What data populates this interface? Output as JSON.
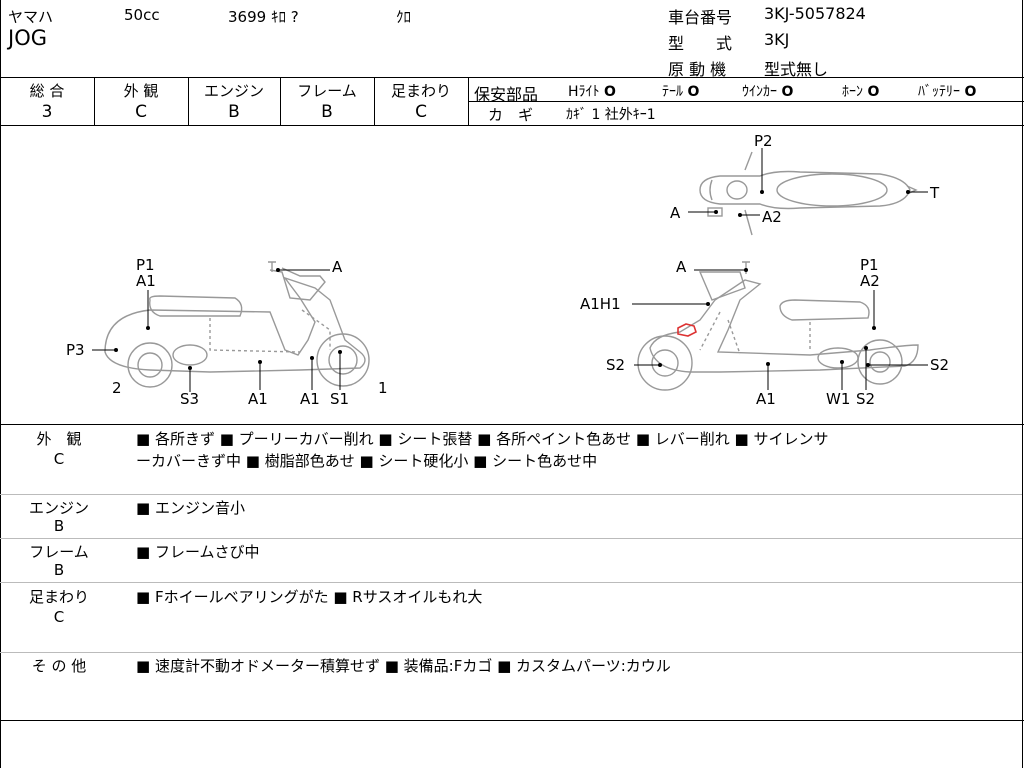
{
  "header": {
    "maker": "ヤマハ",
    "displacement": "50cc",
    "mileage": "3699 ｷﾛ ?",
    "color": "ｸﾛ",
    "model_name": "JOG",
    "frame_no_label": "車台番号",
    "frame_no": "3KJ-5057824",
    "type_label": "型　　式",
    "type_value": "3KJ",
    "engine_label": "原 動 機",
    "engine_value": "型式無し"
  },
  "grades": [
    {
      "label": "総 合",
      "value": "3"
    },
    {
      "label": "外 観",
      "value": "C"
    },
    {
      "label": "エンジン",
      "value": "B"
    },
    {
      "label": "フレーム",
      "value": "B"
    },
    {
      "label": "足まわり",
      "value": "C"
    }
  ],
  "safety": {
    "label": "保安部品",
    "items": [
      {
        "name": "Hﾗｲﾄ",
        "mark": "O"
      },
      {
        "name": "ﾃｰﾙ",
        "mark": "O"
      },
      {
        "name": "ｳｲﾝｶｰ",
        "mark": "O"
      },
      {
        "name": "ﾎｰﾝ",
        "mark": "O"
      },
      {
        "name": "ﾊﾞｯﾃﾘｰ",
        "mark": "O"
      }
    ],
    "key_label": "カ　ギ",
    "key_value": "ｶｷﾞ 1 社外ｷｰ1"
  },
  "diagram": {
    "top": {
      "p2": "P2",
      "t": "T",
      "a": "A",
      "a2": "A2"
    },
    "left": {
      "p1": "P1",
      "a1_top": "A1",
      "a": "A",
      "p3": "P3",
      "two": "2",
      "s3": "S3",
      "a1_a": "A1",
      "a1_b": "A1",
      "s1": "S1",
      "one": "1"
    },
    "right": {
      "a": "A",
      "p1": "P1",
      "a2": "A2",
      "a1h1": "A1H1",
      "s2_left": "S2",
      "s2_right": "S2",
      "a1": "A1",
      "w1": "W1",
      "s2_bottom": "S2"
    }
  },
  "notes": [
    {
      "label": "外　観",
      "grade": "C",
      "lines": [
        "■ 各所きず ■ プーリーカバー削れ ■ シート張替 ■ 各所ペイント色あせ ■ レバー削れ ■ サイレンサ",
        "ーカバーきず中 ■ 樹脂部色あせ ■ シート硬化小 ■ シート色あせ中"
      ]
    },
    {
      "label": "エンジン",
      "grade": "B",
      "lines": [
        "■ エンジン音小"
      ]
    },
    {
      "label": "フレーム",
      "grade": "B",
      "lines": [
        "■ フレームさび中"
      ]
    },
    {
      "label": "足まわり",
      "grade": "C",
      "lines": [
        "■ Fホイールベアリングがた ■ Rサスオイルもれ大"
      ]
    },
    {
      "label": "そ の 他",
      "grade": "",
      "lines": [
        "■ 速度計不動オドメーター積算せず ■ 装備品:Fカゴ ■ カスタムパーツ:カウル"
      ]
    }
  ]
}
